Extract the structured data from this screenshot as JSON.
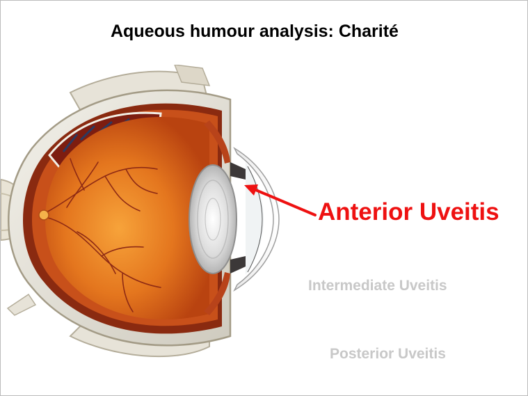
{
  "slide": {
    "title": "Aqueous humour analysis: Charité"
  },
  "labels": {
    "anterior": {
      "text": "Anterior Uveitis",
      "color": "#ee1111"
    },
    "intermediate": {
      "text": "Intermediate Uveitis",
      "color": "#c8c8c8"
    },
    "posterior": {
      "text": "Posterior Uveitis",
      "color": "#c8c8c8"
    }
  },
  "colors": {
    "arrow": "#ee1111",
    "border": "#bcbcbc"
  },
  "illustration": {
    "icon": "eye-cross-section-icon"
  }
}
